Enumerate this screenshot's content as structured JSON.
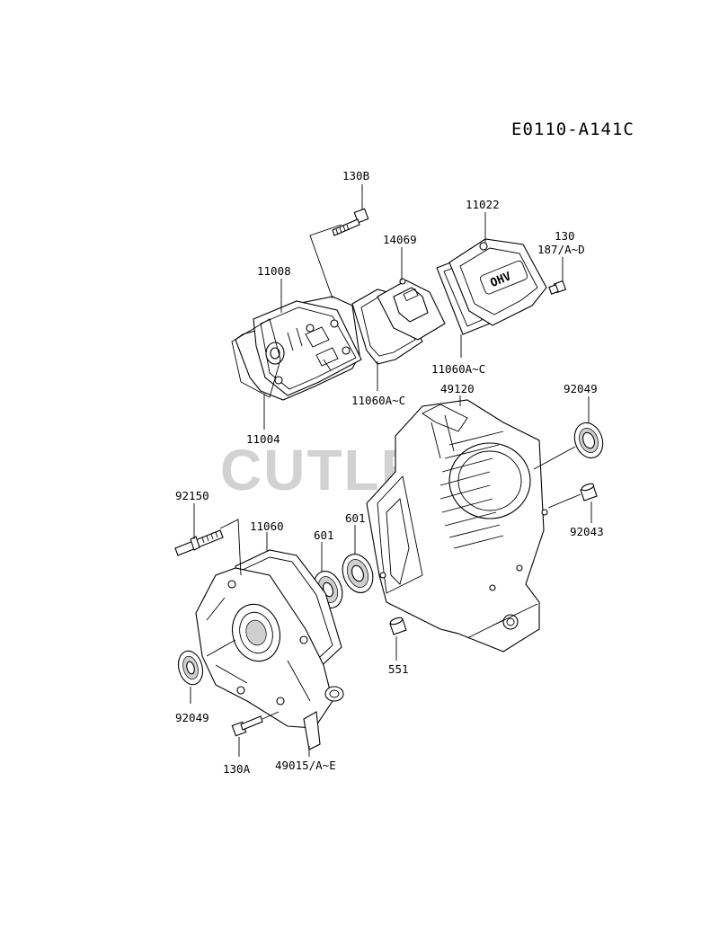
{
  "diagram": {
    "code": "E0110-A141C",
    "watermark": "CUTLERS",
    "cover_text": "OHV",
    "parts": [
      {
        "id": "130B"
      },
      {
        "id": "11022"
      },
      {
        "id": "14069"
      },
      {
        "id": "130"
      },
      {
        "id": "187/A~D"
      },
      {
        "id": "11008"
      },
      {
        "id": "11060A~C"
      },
      {
        "id": "11060A~C"
      },
      {
        "id": "49120"
      },
      {
        "id": "92049"
      },
      {
        "id": "11004"
      },
      {
        "id": "92150"
      },
      {
        "id": "11060"
      },
      {
        "id": "601"
      },
      {
        "id": "601"
      },
      {
        "id": "92043"
      },
      {
        "id": "551"
      },
      {
        "id": "92049"
      },
      {
        "id": "130A"
      },
      {
        "id": "49015/A~E"
      }
    ]
  }
}
